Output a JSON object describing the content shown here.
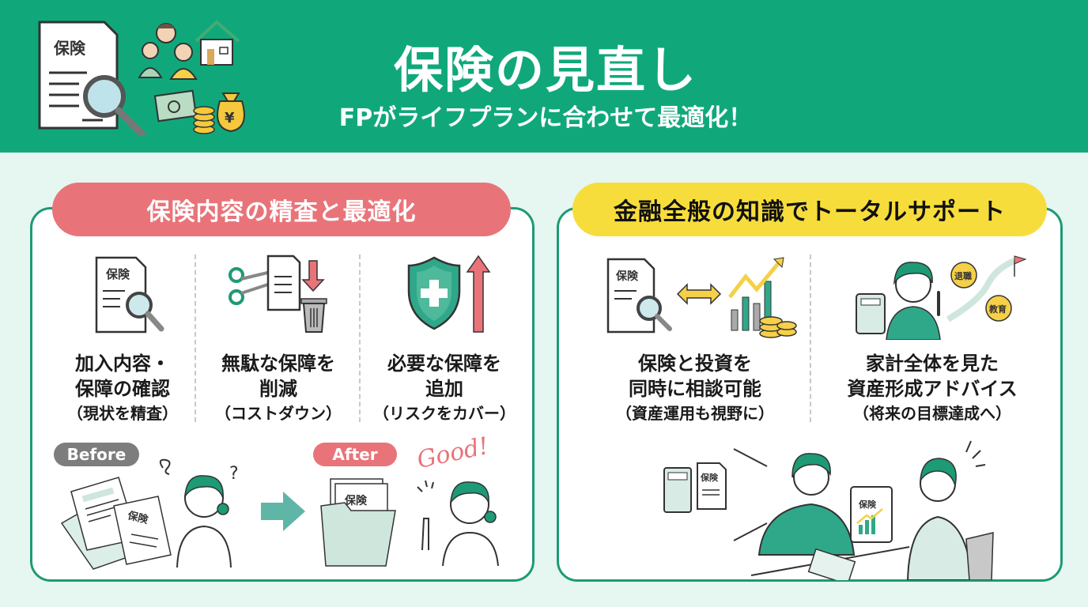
{
  "header": {
    "title": "保険の見直し",
    "subtitle": "FPがライフプランに合わせて最適化！",
    "illustration": {
      "doc_label": "保険",
      "icons": [
        "document-icon",
        "magnifier-icon",
        "family-icon",
        "house-icon",
        "banknote-icon",
        "coin-stack-icon",
        "money-bag-yen-icon"
      ],
      "yen_symbol": "¥"
    }
  },
  "colors": {
    "header_green": "#10a87b",
    "panel_border": "#1d9a76",
    "accent_red": "#e8747a",
    "accent_yellow": "#f7dd3c",
    "background": "#e6f6f0",
    "teal_arrow": "#5fb6a6"
  },
  "left_panel": {
    "heading": "保険内容の精査と最適化",
    "columns": [
      {
        "icon": "document-magnifier-icon",
        "icon_label": "保険",
        "lines": [
          "加入内容・",
          "保障の確認"
        ],
        "sub": "（現状を精査）"
      },
      {
        "icon": "scissors-trash-icon",
        "lines": [
          "無駄な保障を",
          "削減"
        ],
        "sub": "（コストダウン）"
      },
      {
        "icon": "shield-plus-arrow-up-icon",
        "lines": [
          "必要な保障を",
          "追加"
        ],
        "sub": "（リスクをカバー）"
      }
    ],
    "before_label": "Before",
    "after_label": "After",
    "good_text": "Good!",
    "before_doc_label": "保険",
    "after_doc_label": "保険",
    "question_mark": "?"
  },
  "right_panel": {
    "heading": "金融全般の知識でトータルサポート",
    "columns": [
      {
        "icon": "document-chart-exchange-icon",
        "icon_label": "保険",
        "lines": [
          "保険と投資を",
          "同時に相談可能"
        ],
        "sub": "（資産運用も視野に）"
      },
      {
        "icon": "advisor-roadmap-icon",
        "bubbles": [
          "退職",
          "教育"
        ],
        "lines": [
          "家計全体を見た",
          "資産形成アドバイス"
        ],
        "sub": "（将来の目標達成へ）"
      }
    ],
    "scene": {
      "doc_label": "保険",
      "tablet_label": "保険"
    }
  }
}
